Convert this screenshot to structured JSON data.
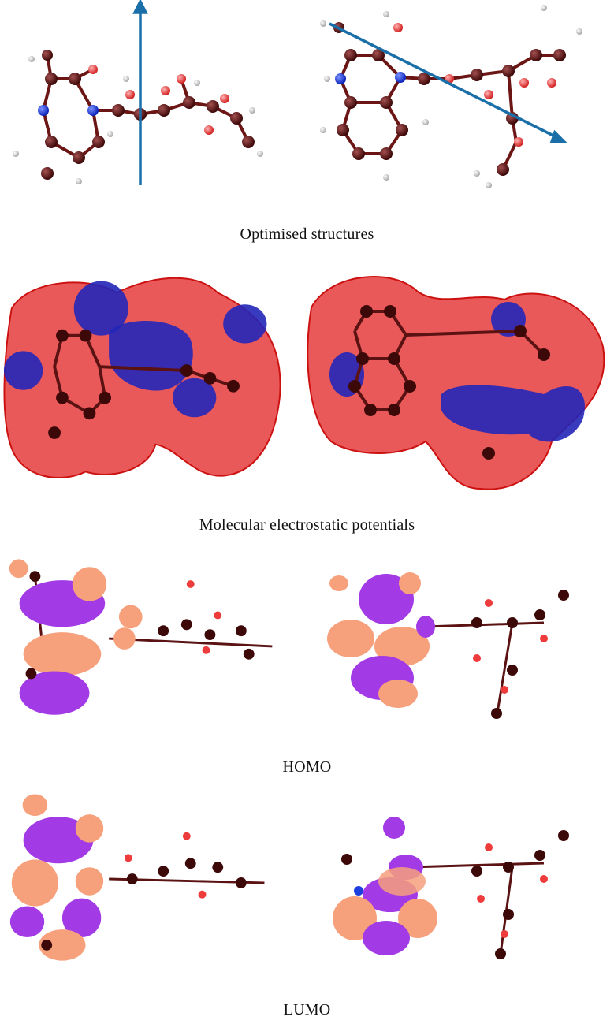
{
  "captions": {
    "structures": "Optimised structures",
    "mep": "Molecular electrostatic potentials",
    "homo": "HOMO",
    "lumo": "LUMO"
  },
  "colors": {
    "carbon": "#5a1212",
    "oxygen": "#ee3b3b",
    "nitrogen": "#1d3fe0",
    "hydrogen": "#e8e8e8",
    "dipole_arrow": "#1a6fa8",
    "mep_negative": "#e53030",
    "mep_positive": "#2426b8",
    "orbital_purple": "#a23be6",
    "orbital_peach": "#f6a07c"
  },
  "panels": [
    "optimised-structures",
    "molecular-electrostatic-potentials",
    "homo",
    "lumo"
  ]
}
